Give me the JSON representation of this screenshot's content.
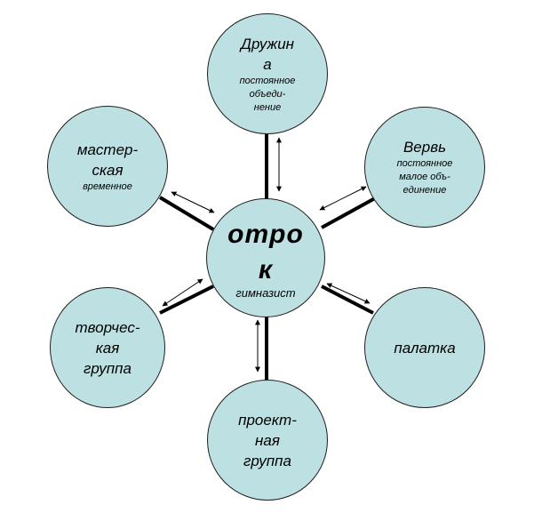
{
  "center": {
    "title_lines": [
      "отро",
      "к"
    ],
    "subtitle": "гимназист"
  },
  "nodes": {
    "top": {
      "title_lines": [
        "Дружин",
        "а"
      ],
      "sub_lines": [
        "постоянное",
        "объеди-",
        "нение"
      ]
    },
    "upper_right": {
      "title_lines": [
        "Вервь"
      ],
      "sub_lines": [
        "постоянное",
        "малое объ-",
        "единение"
      ]
    },
    "upper_left": {
      "title_lines": [
        "мастер-",
        "ская"
      ],
      "sub_lines": [
        "временное"
      ]
    },
    "lower_left": {
      "title_lines": [
        "творчес-",
        "кая",
        "группа"
      ],
      "sub_lines": []
    },
    "lower_right": {
      "title_lines": [
        "палатка"
      ],
      "sub_lines": []
    },
    "bottom": {
      "title_lines": [
        "проект-",
        "ная",
        "группа"
      ],
      "sub_lines": []
    }
  },
  "colors": {
    "circle_fill": "#bde0e2",
    "outline": "#1f1f1f"
  }
}
